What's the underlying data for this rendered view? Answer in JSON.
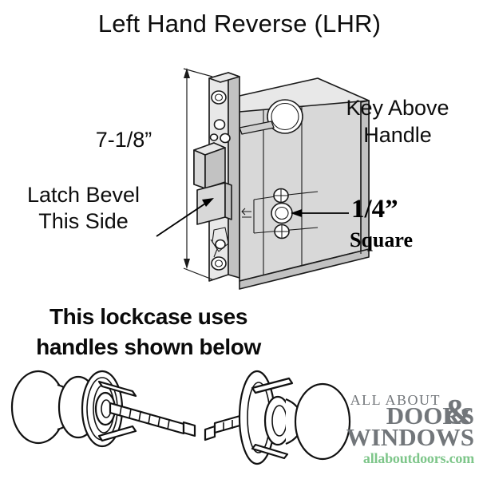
{
  "title": "Left Hand Reverse (LHR)",
  "labels": {
    "dimension": "7-1/8”",
    "latch_bevel_line1": "Latch Bevel",
    "latch_bevel_line2": "This Side",
    "key_above_line1": "Key Above",
    "key_above_line2": "Handle",
    "spindle_size": "1/4”",
    "spindle_shape": "Square",
    "handles_note_line1": "This lockcase uses",
    "handles_note_line2": "handles shown below"
  },
  "logo": {
    "line1": "ALL ABOUT",
    "line2": "DOORS",
    "ampersand": "&",
    "line3": "WINDOWS",
    "url": "allaboutdoors.com",
    "text_color": "#72767a",
    "url_color": "#7ec68a"
  },
  "diagram": {
    "subject": "mortise lock case",
    "handing": "Left Hand Reverse (LHR)",
    "overall_length": "7-1/8”",
    "spindle": "1/4” Square",
    "key_position": "Key Above Handle",
    "latch_bevel_side": "This Side",
    "parts": [
      "faceplate",
      "dead bolt",
      "beveled latch bolt",
      "key cylinder hole",
      "spindle hub",
      "mounting screw holes"
    ],
    "colors": {
      "body_fill": "#d8d8d8",
      "body_fill_dark": "#c2c2c2",
      "body_fill_light": "#e6e6e6",
      "outline": "#1a1a1a"
    }
  },
  "handles": {
    "count": 2,
    "description": "two doorknob assemblies with rosettes and threaded spindles"
  }
}
